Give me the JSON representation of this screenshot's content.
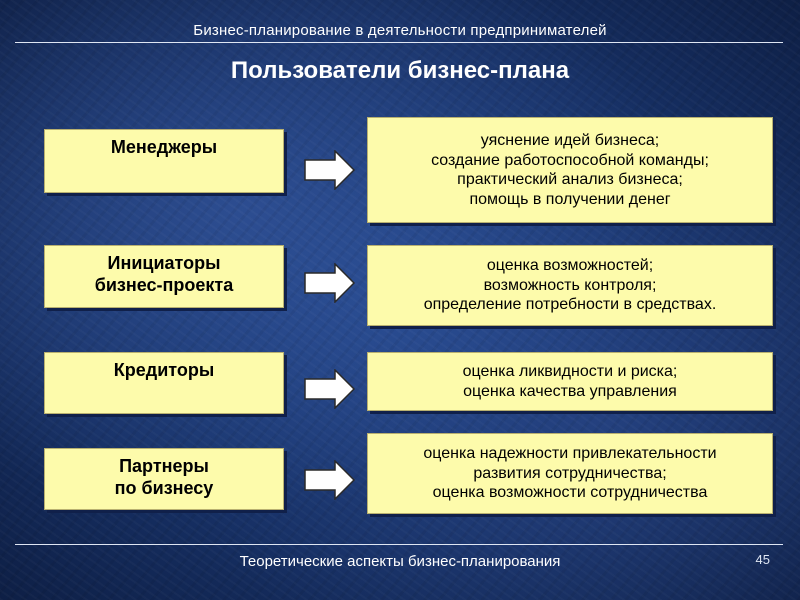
{
  "header": {
    "subtitle": "Бизнес-планирование в деятельности предпринимателей"
  },
  "title": "Пользователи бизнес-плана",
  "rows": [
    {
      "user_lines": [
        "Менеджеры"
      ],
      "purpose_lines": [
        "уяснение идей бизнеса;",
        "создание работоспособной команды;",
        "практический анализ бизнеса;",
        "помощь в получении денег"
      ]
    },
    {
      "user_lines": [
        "Инициаторы",
        "бизнес-проекта"
      ],
      "purpose_lines": [
        "оценка возможностей;",
        "возможность контроля;",
        "определение потребности в средствах."
      ]
    },
    {
      "user_lines": [
        "Кредиторы"
      ],
      "purpose_lines": [
        "оценка ликвидности и риска;",
        "оценка качества управления"
      ]
    },
    {
      "user_lines": [
        "Партнеры",
        "по бизнесу"
      ],
      "purpose_lines": [
        "оценка надежности привлекательности",
        "развития сотрудничества;",
        "оценка возможности сотрудничества"
      ]
    }
  ],
  "footer": {
    "text": "Теоретические аспекты бизнес-планирования",
    "page_number": "45"
  },
  "colors": {
    "box_fill": "#fdfbab",
    "background": "#1f4386",
    "text_light": "#ffffff"
  },
  "icons": {
    "connector": "right-arrow-icon"
  }
}
